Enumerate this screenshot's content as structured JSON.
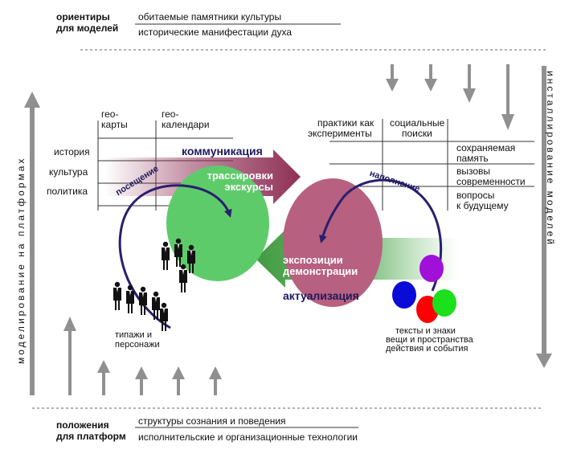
{
  "top": {
    "heading": [
      "ориентиры",
      "для моделей"
    ],
    "items": [
      "обитаемые памятники культуры",
      "исторические манифестации духа"
    ]
  },
  "bottom": {
    "heading": [
      "положения",
      "для платформ"
    ],
    "items": [
      "структуры сознания и поведения",
      "исполнительские и организационные технологии"
    ]
  },
  "left_vertical": "моделирование на платформах",
  "right_vertical": "инсталлирование моделей",
  "left_block": {
    "col1": [
      "гео-",
      "карты"
    ],
    "col2": [
      "гео-",
      "календари"
    ],
    "rows": [
      "история",
      "культура",
      "политика"
    ],
    "arrow_label": "коммуникация",
    "ellipse_label": [
      "трассировки",
      "экскурсы"
    ],
    "loop_label": "посещение",
    "figures_caption": [
      "типажи и",
      "персонажи"
    ]
  },
  "right_block": {
    "col1": [
      "практики как",
      "эксперименты"
    ],
    "col2": [
      "социальные",
      "поиски"
    ],
    "rows": [
      [
        "сохраняемая",
        "память"
      ],
      [
        "вызовы",
        "современности"
      ],
      [
        "вопросы",
        "к будущему"
      ]
    ],
    "arrow_label": "актуализация",
    "ellipse_label": [
      "экспозиции",
      "демонстрации"
    ],
    "loop_label": "наполнение",
    "balls_caption": [
      "тексты и знаки",
      "вещи и пространства",
      "действия и события"
    ]
  },
  "colors": {
    "green_ellipse": "#5ecb6a",
    "pink_ellipse": "#b7607f",
    "maroon_arrow": "#8f2f55",
    "green_arrow": "#3f9a3f",
    "loop": "#2a1f6e",
    "grey_arrow": "#909090"
  }
}
